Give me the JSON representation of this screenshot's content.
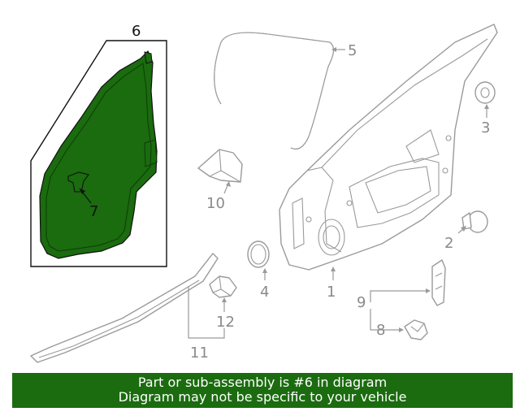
{
  "callouts": {
    "c1": "1",
    "c2": "2",
    "c3": "3",
    "c4": "4",
    "c5": "5",
    "c6": "6",
    "c7": "7",
    "c8": "8",
    "c9": "9",
    "c10": "10",
    "c11": "11",
    "c12": "12"
  },
  "colors": {
    "highlight": "#1b6b0f",
    "part_line": "#9a9a9a",
    "banner_text": "#ffffff"
  },
  "banner": {
    "line1": "Part or sub-assembly is #6 in diagram",
    "line2": "Diagram may not be specific to your vehicle"
  }
}
